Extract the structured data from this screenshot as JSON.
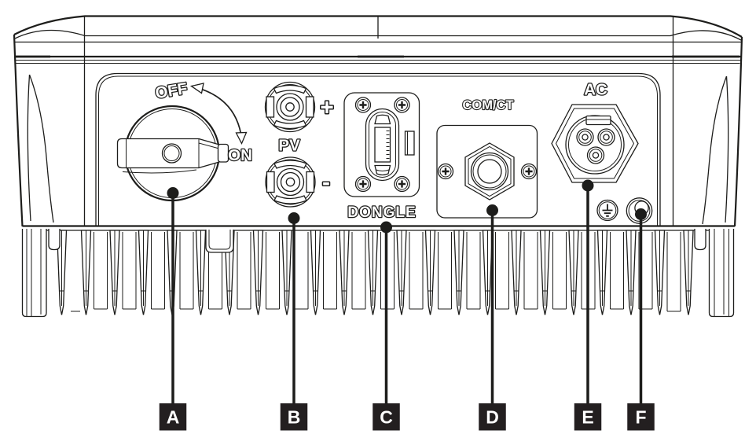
{
  "labels": {
    "switch_off": "OFF",
    "switch_on": "ON",
    "pv": "PV",
    "pv_plus": "+",
    "pv_minus": "-",
    "dongle": "DONGLE",
    "com_ct": "COM/CT",
    "ac": "AC"
  },
  "callouts": [
    {
      "letter": "A",
      "component": "dc-switch"
    },
    {
      "letter": "B",
      "component": "pv-connectors"
    },
    {
      "letter": "C",
      "component": "dongle-port"
    },
    {
      "letter": "D",
      "component": "com-ct-port"
    },
    {
      "letter": "E",
      "component": "ac-connector"
    },
    {
      "letter": "F",
      "component": "vent-valve"
    }
  ],
  "colors": {
    "line": "#1d1d1b",
    "callout_bg": "#231f20",
    "callout_text": "#ffffff",
    "background": "#ffffff"
  }
}
